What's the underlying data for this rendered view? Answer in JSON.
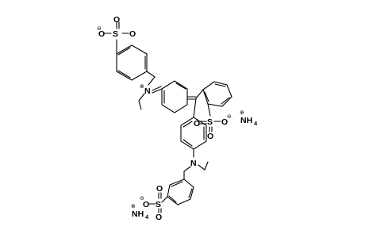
{
  "atoms": {
    "s1": "S",
    "s": "S",
    "o": "O",
    "n": "N",
    "nh": "NH",
    "four": "4"
  },
  "charges": {
    "plus": "⊕",
    "minus": "⊖"
  }
}
